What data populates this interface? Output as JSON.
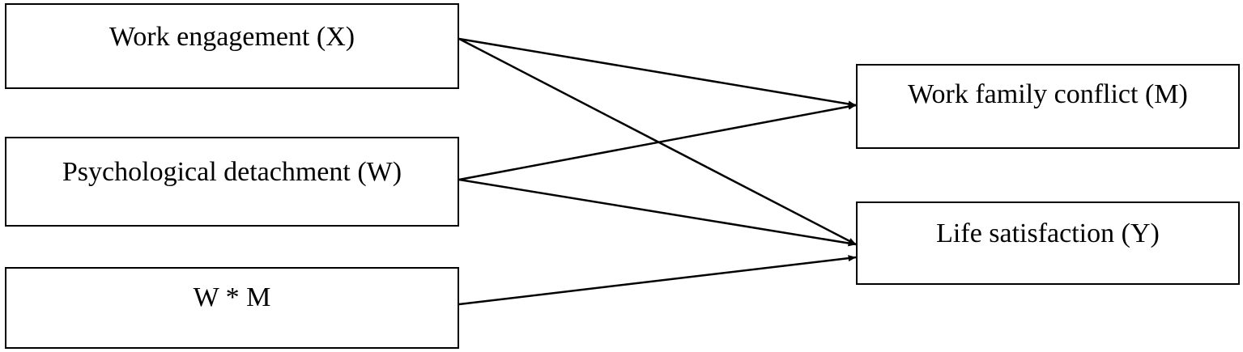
{
  "diagram": {
    "nodes": {
      "work_engagement": {
        "label": "Work engagement (X)"
      },
      "psychological_detachment": {
        "label": "Psychological detachment (W)"
      },
      "interaction": {
        "label": "W * M"
      },
      "work_family_conflict": {
        "label": "Work family conflict (M)"
      },
      "life_satisfaction": {
        "label": "Life satisfaction (Y)"
      }
    },
    "edges": [
      {
        "from": "work_engagement",
        "to": "work_family_conflict"
      },
      {
        "from": "work_engagement",
        "to": "life_satisfaction"
      },
      {
        "from": "psychological_detachment",
        "to": "work_family_conflict"
      },
      {
        "from": "psychological_detachment",
        "to": "life_satisfaction"
      },
      {
        "from": "interaction",
        "to": "life_satisfaction"
      }
    ],
    "colors": {
      "line": "#000000",
      "box_border": "#000000",
      "background": "#ffffff"
    }
  }
}
